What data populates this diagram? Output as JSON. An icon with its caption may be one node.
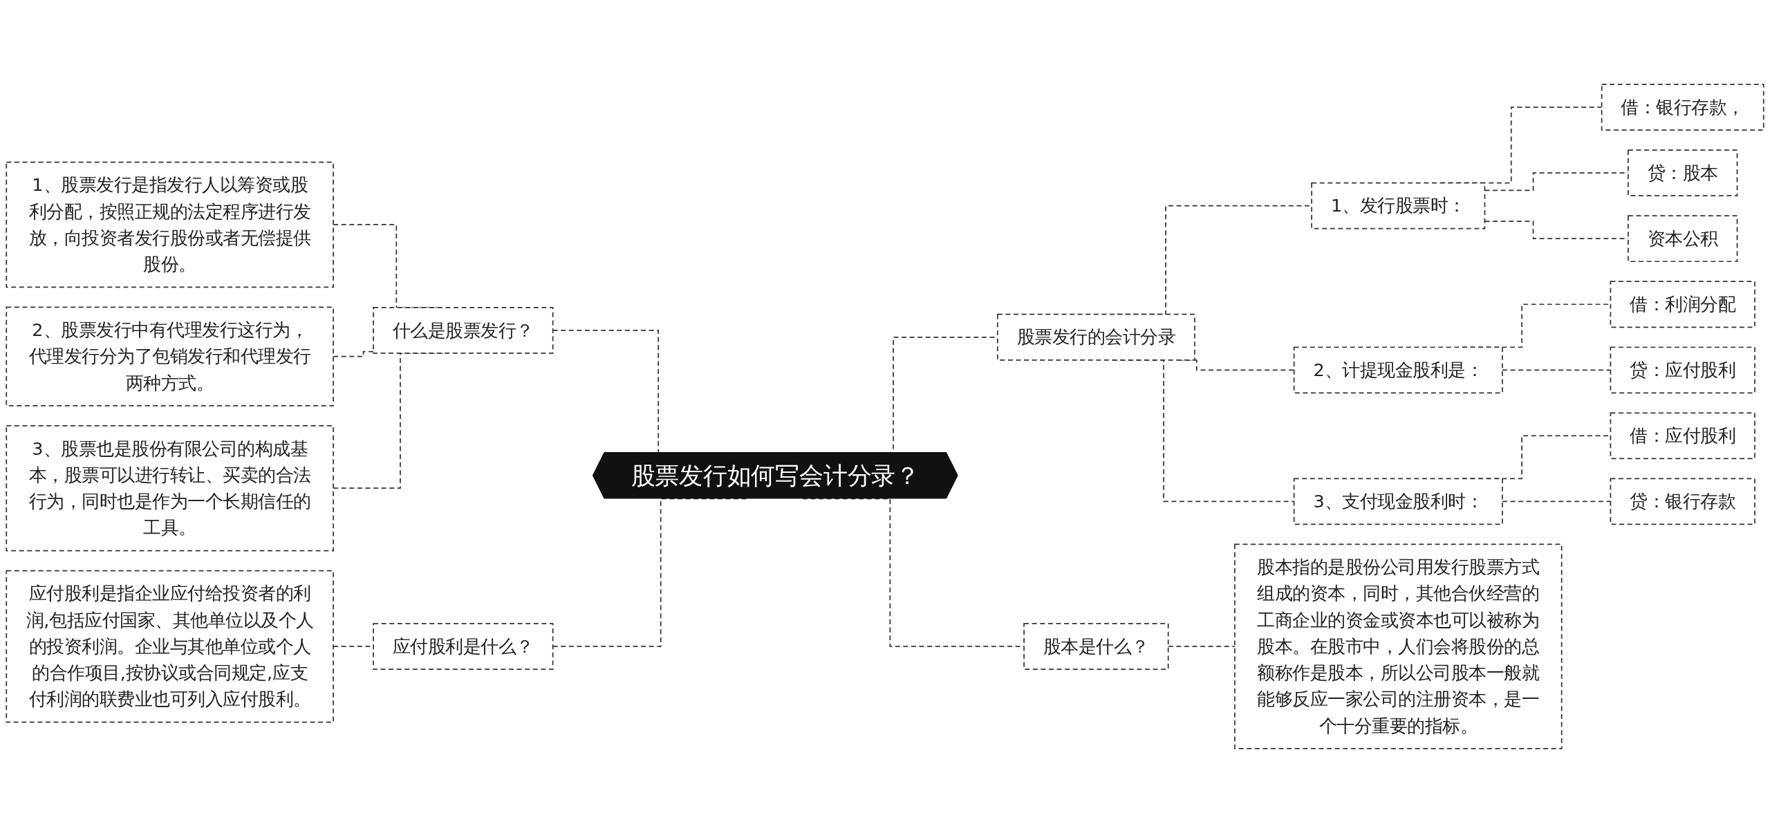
{
  "diagram": {
    "nodes": [
      {
        "text": [
          "股票发行如何写会计分录？"
        ]
      },
      {
        "text": [
          "什么是股票发行？"
        ]
      },
      {
        "text": [
          "1、股票发行是指发行人以筹资或股利分配，按照正规的法定程序进行发放，向投资者发行股份或者无偿提供股份。"
        ]
      },
      {
        "text": [
          "2、股票发行中有代理发行这行为，代理发行分为了包销发行和代理发行两种方式。"
        ]
      },
      {
        "text": [
          "3、股票也是股份有限公司的构成基本，股票可以进行转让、买卖的合法行为，同时也是作为一个长期信任的工具。"
        ]
      },
      {
        "text": [
          "应付股利是什么？"
        ]
      },
      {
        "text": [
          "应付股利是指企业应付给投资者的利润,包括应付国家、其他单位以及个人的投资利润。企业与其他单位或个人的合作项目,按协议或合同规定,应支付利润的联费业也可列入应付股利。"
        ]
      },
      {
        "text": [
          "股票发行的会计分录"
        ]
      },
      {
        "text": [
          "1、发行股票时："
        ]
      },
      {
        "text": [
          "借：银行存款，"
        ]
      },
      {
        "text": [
          "贷：股本"
        ]
      },
      {
        "text": [
          "资本公积"
        ]
      },
      {
        "text": [
          "2、计提现金股利是："
        ]
      },
      {
        "text": [
          "借：利润分配"
        ]
      },
      {
        "text": [
          "贷：应付股利"
        ]
      },
      {
        "text": [
          "3、支付现金股利时："
        ]
      },
      {
        "text": [
          "借：应付股利"
        ]
      },
      {
        "text": [
          "贷：银行存款"
        ]
      },
      {
        "text": [
          "股本是什么？"
        ]
      },
      {
        "text": [
          "股本指的是股份公司用发行股票方式组成的资本，同时，其他合伙经营的工商企业的资金或资本也可以被称为股本。在股市中，人们会将股份的总额称作是股本，所以公司股本一般就能够反应一家公司的注册资本，是一个十分重要的指标。"
        ]
      }
    ],
    "edges": [
      {
        "from": 1,
        "to": 0,
        "arrow": "none",
        "style": "dashed"
      },
      {
        "from": 2,
        "to": 1,
        "arrow": "none",
        "style": "dashed"
      },
      {
        "from": 3,
        "to": 1,
        "arrow": "none",
        "style": "dashed"
      },
      {
        "from": 4,
        "to": 1,
        "arrow": "none",
        "style": "dashed"
      },
      {
        "from": 5,
        "to": 0,
        "arrow": "none",
        "style": "dashed"
      },
      {
        "from": 6,
        "to": 5,
        "arrow": "none",
        "style": "dashed"
      },
      {
        "from": 0,
        "to": 7,
        "arrow": "none",
        "style": "dashed"
      },
      {
        "from": 7,
        "to": 8,
        "arrow": "none",
        "style": "dashed"
      },
      {
        "from": 8,
        "to": 9,
        "arrow": "none",
        "style": "dashed"
      },
      {
        "from": 8,
        "to": 10,
        "arrow": "none",
        "style": "dashed"
      },
      {
        "from": 8,
        "to": 11,
        "arrow": "none",
        "style": "dashed"
      },
      {
        "from": 7,
        "to": 12,
        "arrow": "none",
        "style": "dashed"
      },
      {
        "from": 12,
        "to": 13,
        "arrow": "none",
        "style": "dashed"
      },
      {
        "from": 12,
        "to": 14,
        "arrow": "none",
        "style": "dashed"
      },
      {
        "from": 7,
        "to": 15,
        "arrow": "none",
        "style": "dashed"
      },
      {
        "from": 15,
        "to": 16,
        "arrow": "none",
        "style": "dashed"
      },
      {
        "from": 15,
        "to": 17,
        "arrow": "none",
        "style": "dashed"
      },
      {
        "from": 0,
        "to": 18,
        "arrow": "none",
        "style": "dashed"
      },
      {
        "from": 18,
        "to": 19,
        "arrow": "none",
        "style": "dashed"
      }
    ]
  }
}
